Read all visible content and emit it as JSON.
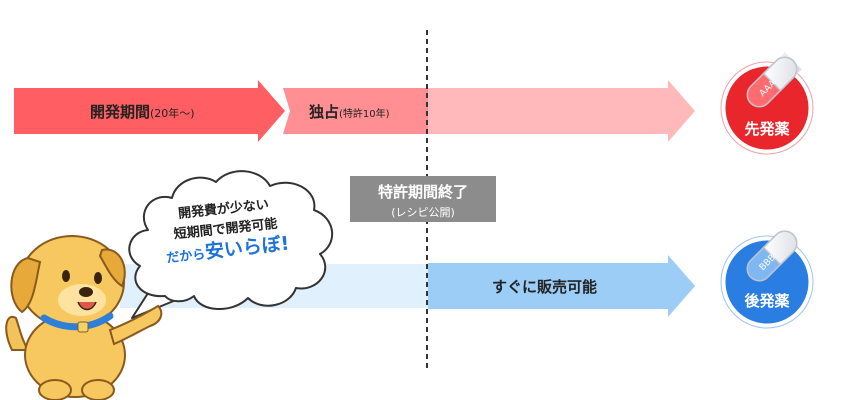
{
  "top_arrow": {
    "dev_label": "開発期間",
    "dev_note": "(20年〜)",
    "monopoly_label": "独占",
    "monopoly_note": "(特許10年)"
  },
  "patent_expiry": {
    "title": "特許期間終了",
    "note": "(レシピ公開)"
  },
  "bottom_arrow": {
    "label": "すぐに販売可能"
  },
  "original_drug": {
    "label": "先発薬",
    "capsule_text": "AAA",
    "color": "#e8262b"
  },
  "generic_drug": {
    "label": "後発薬",
    "capsule_text": "BBB",
    "color": "#2a7de1"
  },
  "speech_bubble": {
    "line1": "開発費が少ない",
    "line2": "短期間で開発可能",
    "line3_prefix": "だから",
    "line3_emph": "安いらぼ!"
  }
}
